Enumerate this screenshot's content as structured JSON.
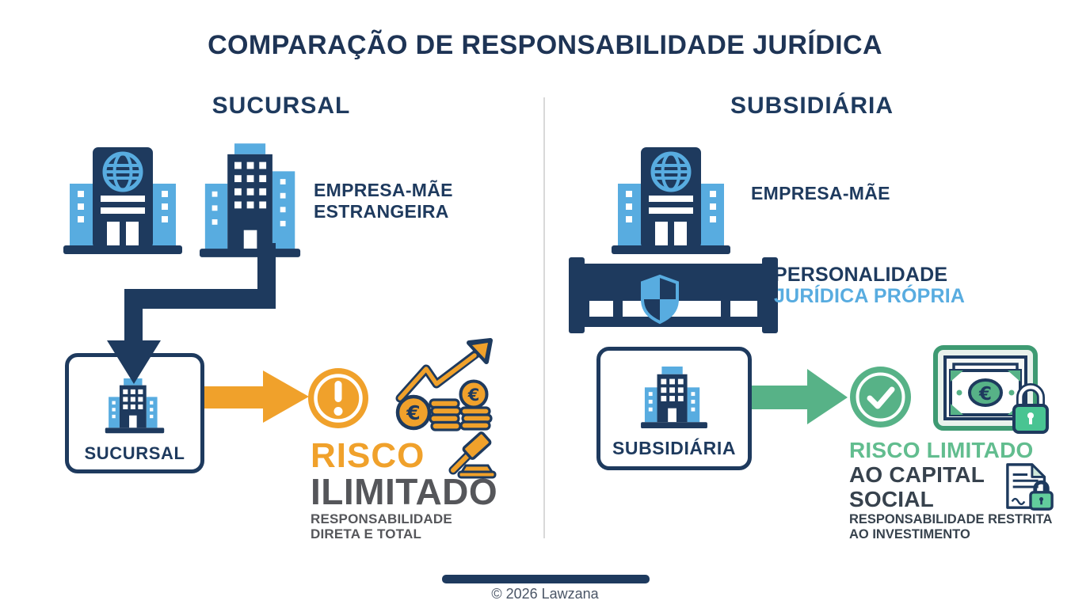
{
  "title": "COMPARAÇÃO DE RESPONSABILIDADE JURÍDICA",
  "columns": {
    "left": {
      "header": "SUCURSAL",
      "parent_company_line1": "EMPRESA-MÃE",
      "parent_company_line2": "ESTRANGEIRA",
      "entity_box_label": "SUCURSAL",
      "risk_word1": "RISCO",
      "risk_word2": "ILIMITADO",
      "risk_caption_line1": "RESPONSABILIDADE",
      "risk_caption_line2": "DIRETA E TOTAL"
    },
    "right": {
      "header": "SUBSIDIÁRIA",
      "parent_company": "EMPRESA-MÃE",
      "legal_personality_line1": "PERSONALIDADE",
      "legal_personality_line2": "JURÍDICA PRÓPRIA",
      "entity_box_label": "SUBSIDIÁRIA",
      "risk_line1": "RISCO LIMITADO",
      "risk_line2": "AO CAPITAL",
      "risk_line3": "SOCIAL",
      "risk_caption_line1": "RESPONSABILIDADE RESTRITA",
      "risk_caption_line2": "AO INVESTIMENTO"
    }
  },
  "symbols": {
    "euro": "€"
  },
  "footer": {
    "copyright": "© 2026 Lawzana"
  },
  "icons": {
    "left": [
      "headquarters-globe-building-icon",
      "office-building-icon",
      "down-elbow-arrow-icon",
      "branch-building-icon",
      "right-arrow-icon",
      "exclamation-circle-icon",
      "rising-chart-coins-icon",
      "gavel-icon"
    ],
    "right": [
      "headquarters-globe-building-icon",
      "barrier-shield-icon",
      "subsidiary-building-icon",
      "right-arrow-icon",
      "check-circle-icon",
      "locked-banknote-icon",
      "locked-document-icon"
    ]
  },
  "colors": {
    "navy": "#1e3a5e",
    "light_blue": "#58ace0",
    "orange": "#f0a12b",
    "gray_text": "#55565a",
    "green": "#57b287",
    "green_text": "#62bd8f",
    "dark_text": "#37424d",
    "mint": "#e9f2ec",
    "divider": "#d9d9d9"
  }
}
